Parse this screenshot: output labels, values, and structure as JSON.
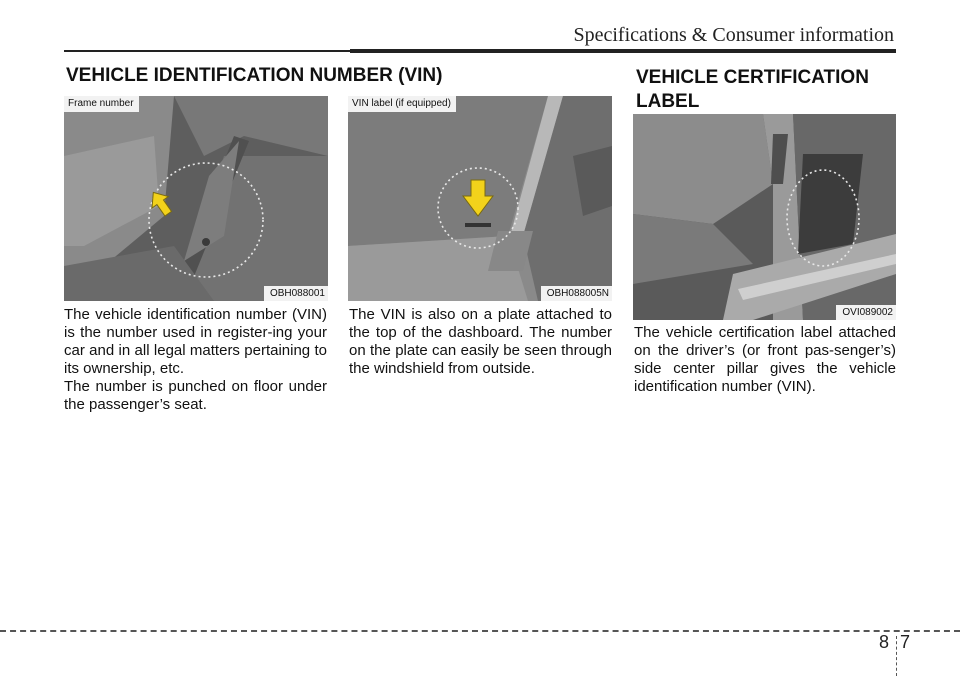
{
  "header": {
    "section_title": "Specifications & Consumer information"
  },
  "vin_section": {
    "heading": "VEHICLE IDENTIFICATION NUMBER (VIN)",
    "figure1": {
      "label": "Frame number",
      "code": "OBH088001"
    },
    "figure2": {
      "label": "VIN label (if equipped)",
      "code": "OBH088005N"
    },
    "paragraph1": "The vehicle identification number (VIN) is the number used in register-ing your car and in all legal matters pertaining to its ownership, etc.",
    "paragraph2": "The number is punched on floor under the passenger’s seat.",
    "paragraph3": "The VIN is also on a plate attached to the top of the dashboard. The number on the plate can easily be seen through the windshield from outside."
  },
  "cert_section": {
    "heading_line1": "VEHICLE CERTIFICATION",
    "heading_line2": "LABEL",
    "figure3": {
      "code": "OVI089002"
    },
    "paragraph": "The vehicle certification label attached on the driver’s (or front pas-senger’s) side center pillar gives the vehicle identification number (VIN)."
  },
  "footer": {
    "chapter": "8",
    "page": "7"
  },
  "colors": {
    "photo_gray": "#6c6c6c",
    "arrow_yellow": "#f2d21b"
  }
}
